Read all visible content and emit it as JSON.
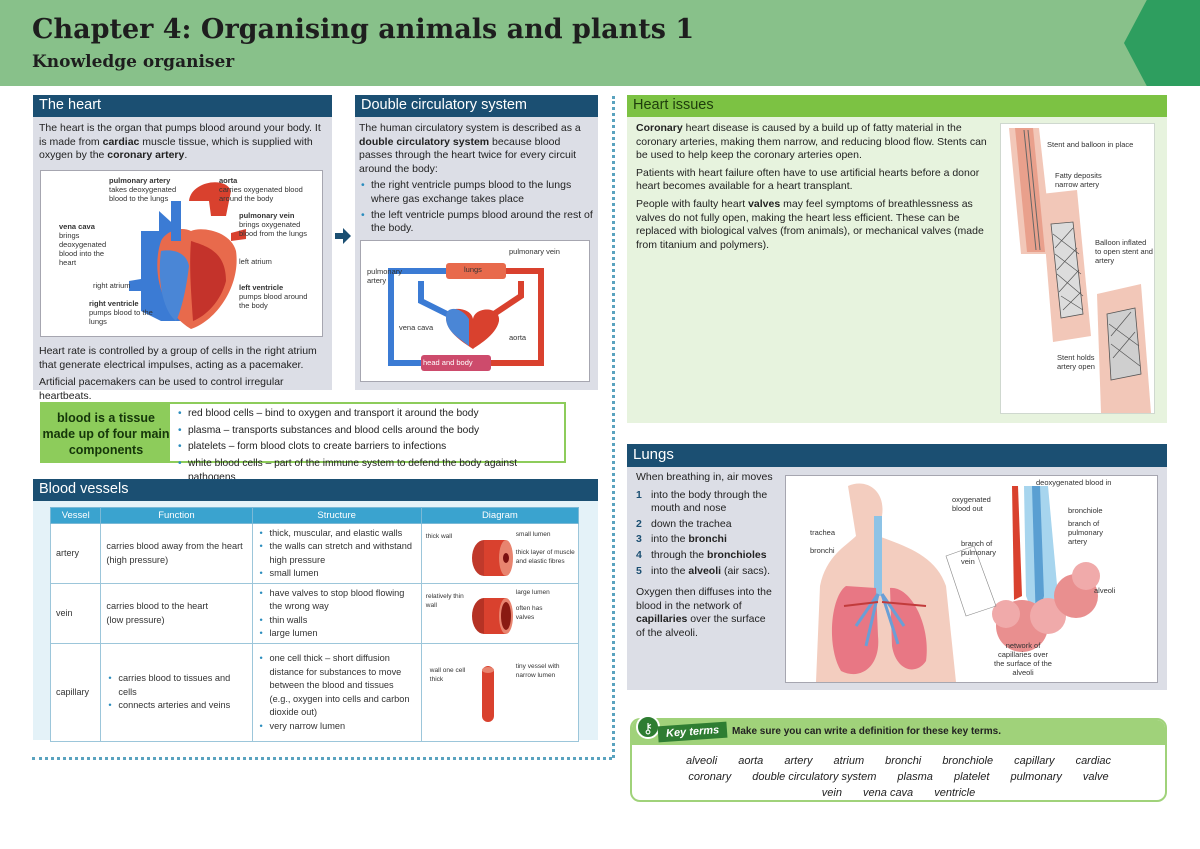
{
  "header": {
    "title": "Chapter 4: Organising animals and plants 1",
    "subtitle": "Knowledge organiser"
  },
  "heart": {
    "heading": "The heart",
    "intro_a": "The heart is the organ that pumps blood around your body. It is made from ",
    "intro_b": "cardiac",
    "intro_c": " muscle tissue, which is supplied with oxygen by the ",
    "intro_d": "coronary artery",
    "intro_e": ".",
    "labels": {
      "pulmonary_artery": "pulmonary artery",
      "pulmonary_artery_desc": "takes deoxygenated blood to the lungs",
      "aorta": "aorta",
      "aorta_desc": "carries oxygenated blood around the body",
      "pulmonary_vein": "pulmonary vein",
      "pulmonary_vein_desc": "brings oxygenated blood from the lungs",
      "vena_cava": "vena cava",
      "vena_cava_desc": "brings deoxygenated blood into the heart",
      "left_atrium": "left atrium",
      "right_atrium": "right atrium",
      "left_ventricle": "left ventricle",
      "left_ventricle_desc": "pumps blood around the body",
      "right_ventricle": "right ventricle",
      "right_ventricle_desc": "pumps blood to the lungs"
    },
    "rate_text": "Heart rate is controlled by a group of cells in the right atrium that generate electrical impulses, acting as a pacemaker.",
    "pacemaker_text": "Artificial pacemakers can be used to control irregular heartbeats."
  },
  "double": {
    "heading": "Double circulatory system",
    "intro_a": "The human circulatory system is described as a ",
    "intro_b": "double circulatory system",
    "intro_c": " because blood passes through the heart twice for every circuit around the body:",
    "bullets": [
      "the right ventricle pumps blood to the lungs where gas exchange takes place",
      "the left ventricle pumps blood around the rest of the body."
    ],
    "labels": {
      "pulmonary_vein": "pulmonary vein",
      "lungs": "lungs",
      "pulmonary_artery": "pulmonary artery",
      "vena_cava": "vena cava",
      "aorta": "aorta",
      "head_body": "head and body"
    }
  },
  "components": {
    "title": "blood is a tissue made up of four main components",
    "items": [
      "red blood cells – bind to oxygen and transport it around the body",
      "plasma – transports substances and blood cells around the body",
      "platelets – form blood clots to create barriers to infections",
      "white blood cells – part of the immune system to defend the body against pathogens"
    ]
  },
  "vessels": {
    "heading": "Blood vessels",
    "columns": [
      "Vessel",
      "Function",
      "Structure",
      "Diagram"
    ],
    "rows": [
      {
        "name": "artery",
        "function": [
          "carries blood away from the heart",
          "(high pressure)"
        ],
        "structure": [
          "thick, muscular, and elastic walls",
          "the walls can stretch and withstand high pressure",
          "small lumen"
        ],
        "diagram": [
          "thick wall",
          "small lumen",
          "thick layer of muscle and elastic fibres"
        ]
      },
      {
        "name": "vein",
        "function": [
          "carries blood to the heart",
          "(low pressure)"
        ],
        "structure": [
          "have valves to stop blood flowing the wrong way",
          "thin walls",
          "large lumen"
        ],
        "diagram": [
          "relatively thin wall",
          "large lumen",
          "often has valves"
        ]
      },
      {
        "name": "capillary",
        "function": [
          "carries blood to tissues and cells",
          "connects arteries and veins"
        ],
        "structure": [
          "one cell thick – short diffusion distance for substances to move between the blood and tissues (e.g., oxygen into cells and carbon dioxide out)",
          "very narrow lumen"
        ],
        "diagram": [
          "wall one cell thick",
          "tiny vessel with narrow lumen"
        ]
      }
    ]
  },
  "issues": {
    "heading": "Heart issues",
    "p1_a": "Coronary",
    "p1_b": " heart disease is caused by a build up of fatty material in the coronary arteries, making them narrow, and reducing blood flow. Stents can be used to help keep the coronary arteries open.",
    "p2": "Patients with heart failure often have to use artificial hearts before a donor heart becomes available for a heart transplant.",
    "p3_a": "People with faulty heart ",
    "p3_b": "valves",
    "p3_c": " may feel symptoms of breathlessness as valves do not fully open, making the heart less efficient. These can be replaced with biological valves (from animals), or mechanical valves (made from titanium and polymers).",
    "labels": {
      "stent_balloon": "Stent and balloon in place",
      "fatty": "Fatty deposits narrow artery",
      "balloon": "Balloon inflated to open stent and artery",
      "stent_holds": "Stent holds artery open"
    }
  },
  "lungs": {
    "heading": "Lungs",
    "intro": "When breathing in, air moves",
    "steps": [
      {
        "num": "1",
        "a": "into the body through the mouth and nose",
        "b": "",
        "c": ""
      },
      {
        "num": "2",
        "a": "down the trachea",
        "b": "",
        "c": ""
      },
      {
        "num": "3",
        "a": "into the ",
        "b": "bronchi",
        "c": ""
      },
      {
        "num": "4",
        "a": "through the ",
        "b": "bronchioles",
        "c": ""
      },
      {
        "num": "5",
        "a": "into the ",
        "b": "alveoli",
        "c": " (air sacs)."
      }
    ],
    "oxy_a": "Oxygen then diffuses into the blood in the network of ",
    "oxy_b": "capillaries",
    "oxy_c": " over the surface of the alveoli.",
    "labels": {
      "deoxygenated": "deoxygenated blood in",
      "oxygenated": "oxygenated blood out",
      "bronchiole": "bronchiole",
      "branch_artery": "branch of pulmonary artery",
      "trachea": "trachea",
      "bronchi": "bronchi",
      "branch_vein": "branch of pulmonary vein",
      "alveoli": "alveoli",
      "network": "network of capillaries over the surface of the alveoli"
    }
  },
  "key_terms": {
    "label": "Key terms",
    "instruction": "Make sure you can write a definition for these key terms.",
    "line1": [
      "alveoli",
      "aorta",
      "artery",
      "atrium",
      "bronchi",
      "bronchiole",
      "capillary",
      "cardiac"
    ],
    "line2": [
      "coronary",
      "double circulatory system",
      "plasma",
      "platelet",
      "pulmonary",
      "valve"
    ],
    "line3": [
      "vein",
      "vena cava",
      "ventricle"
    ]
  },
  "colors": {
    "banner": "#88c18a",
    "navy": "#1b4f72",
    "green": "#7cc243",
    "table_header": "#3aa3cf"
  }
}
